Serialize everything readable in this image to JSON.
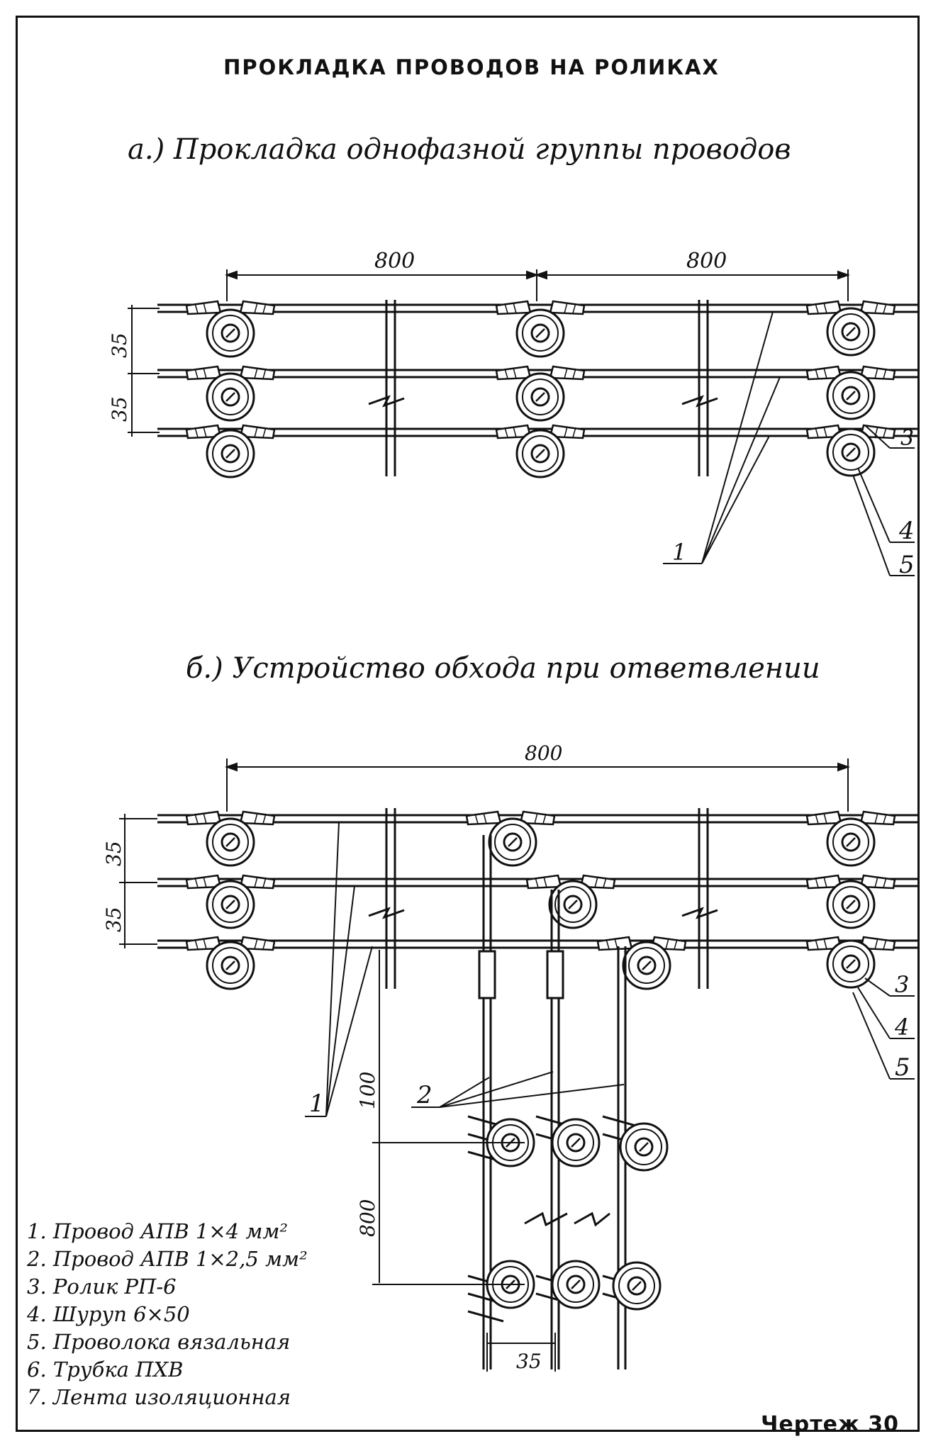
{
  "title": "ПРОКЛАДКА ПРОВОДОВ НА РОЛИКАХ",
  "section_a": {
    "caption": "а.) Прокладка однофазной группы проводов",
    "dim_span_1": "800",
    "dim_span_2": "800",
    "dim_pitch_1": "35",
    "dim_pitch_2": "35",
    "callout_1": "1",
    "callout_3": "3",
    "callout_4": "4",
    "callout_5": "5"
  },
  "section_b": {
    "caption": "б.) Устройство обхода при ответвлении",
    "dim_span": "800",
    "dim_pitch_1": "35",
    "dim_pitch_2": "35",
    "dim_vert_1": "100",
    "dim_vert_2": "800",
    "dim_bottom": "35",
    "callout_1": "1",
    "callout_2": "2",
    "callout_3": "3",
    "callout_4": "4",
    "callout_5": "5"
  },
  "legend": [
    "1. Провод АПВ 1×4 мм²",
    "2. Провод АПВ 1×2,5 мм²",
    "3. Ролик РП-6",
    "4. Шуруп 6×50",
    "5. Проволока вязальная",
    "6. Трубка ПХВ",
    "7. Лента изоляционная"
  ],
  "sheet_label": "Чертеж 30",
  "colors": {
    "ink": "#111111",
    "paper": "#ffffff"
  }
}
